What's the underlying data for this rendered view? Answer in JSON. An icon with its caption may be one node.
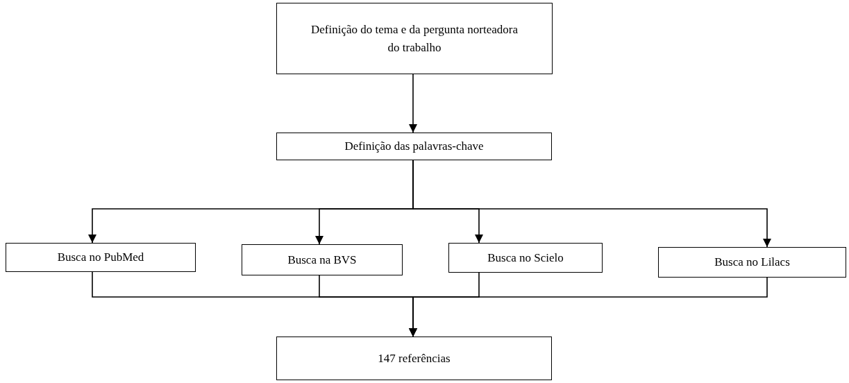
{
  "diagram": {
    "nodes": [
      {
        "text": [
          "Definição do tema e da pergunta norteadora do trabalho"
        ]
      },
      {
        "text": [
          "Definição das palavras-chave"
        ]
      },
      {
        "text": [
          "Busca no PubMed"
        ]
      },
      {
        "text": [
          "Busca na BVS"
        ]
      },
      {
        "text": [
          "Busca no Scielo"
        ]
      },
      {
        "text": [
          "Busca no Lilacs"
        ]
      },
      {
        "text": [
          "147 referências"
        ]
      }
    ],
    "edges": [
      {
        "from": 0,
        "to": 1,
        "arrow": "to"
      },
      {
        "from": 1,
        "to": 2,
        "arrow": "to"
      },
      {
        "from": 1,
        "to": 3,
        "arrow": "to"
      },
      {
        "from": 1,
        "to": 4,
        "arrow": "to"
      },
      {
        "from": 1,
        "to": 5,
        "arrow": "to"
      },
      {
        "from": 2,
        "to": 6,
        "arrow": "to"
      },
      {
        "from": 3,
        "to": 6,
        "arrow": "to"
      },
      {
        "from": 4,
        "to": 6,
        "arrow": "to"
      },
      {
        "from": 5,
        "to": 6,
        "arrow": "to"
      }
    ]
  }
}
